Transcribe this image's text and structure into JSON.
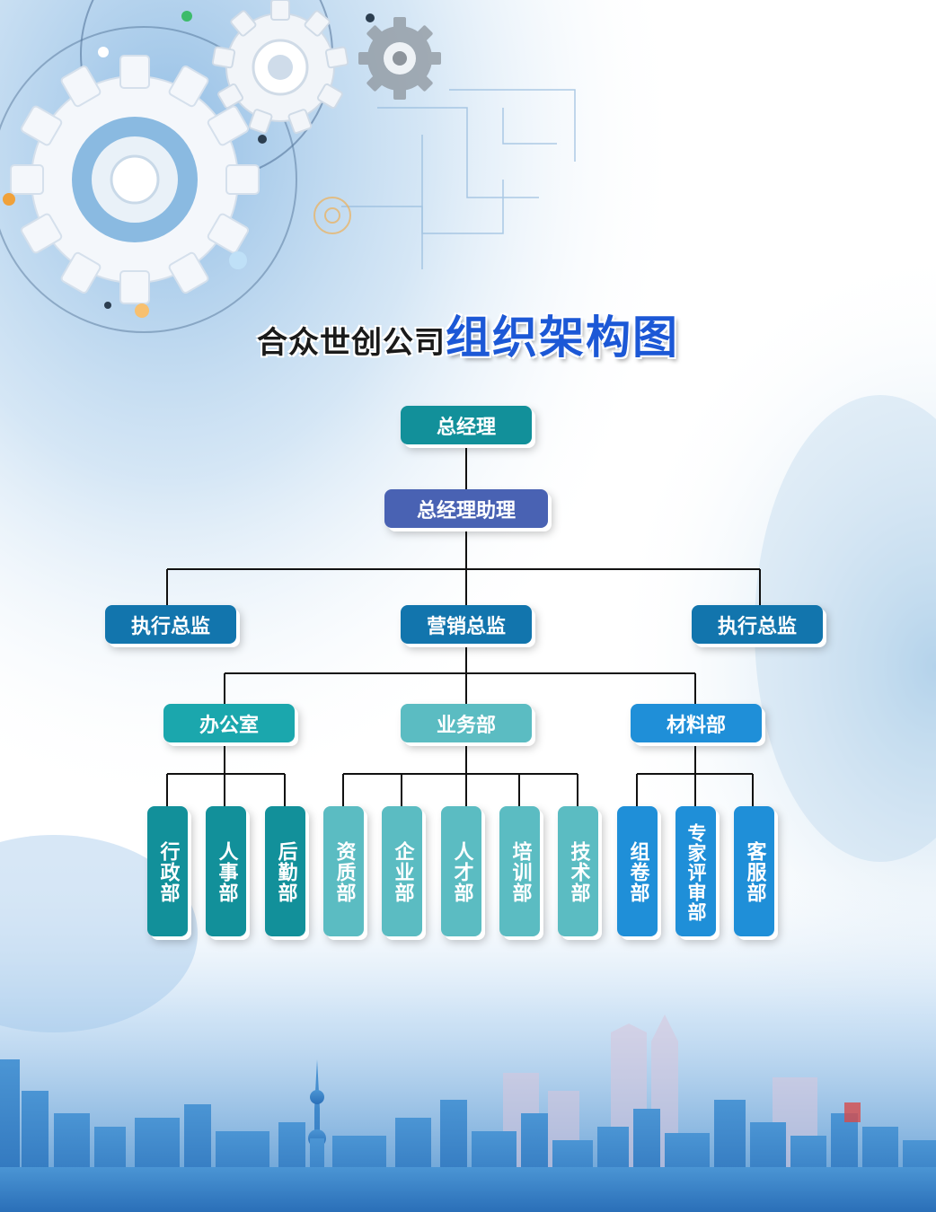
{
  "title": {
    "company": "合众世创公司",
    "main": "组织架构图"
  },
  "colors": {
    "teal": "#12909a",
    "indigo": "#4962b3",
    "blue": "#1275ad",
    "cyan": "#1ba7ad",
    "light_teal": "#5bbcc2",
    "sky_blue": "#1f8fd8",
    "title_blue": "#1c58d6"
  },
  "org": {
    "ceo": "总经理",
    "assistant": "总经理助理",
    "directors": {
      "left": "执行总监",
      "center": "营销总监",
      "right": "执行总监"
    },
    "departments": {
      "office": "办公室",
      "business": "业务部",
      "materials": "材料部"
    },
    "units": {
      "office": [
        "行政部",
        "人事部",
        "后勤部"
      ],
      "business": [
        "资质部",
        "企业部",
        "人才部",
        "培训部",
        "技术部"
      ],
      "materials": [
        "组卷部",
        "专家评审部",
        "客服部"
      ]
    }
  },
  "decor": {
    "background": "gears-and-city-skyline"
  }
}
